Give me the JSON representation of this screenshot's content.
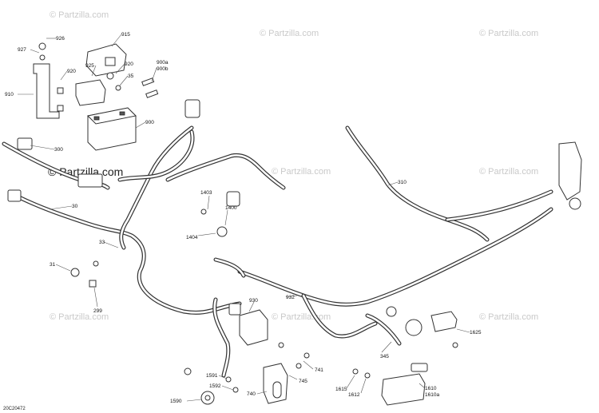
{
  "diagram": {
    "drawing_code": "20C20472",
    "watermark": "© Partzilla.com",
    "labels": {
      "p926": "926",
      "p927": "927",
      "p920a": "920",
      "p910": "910",
      "p915": "915",
      "p925": "925",
      "p920b": "920",
      "p35": "35",
      "p900a": "900a",
      "p900b": "900b",
      "p900": "900",
      "p300": "300",
      "p30": "30",
      "p33": "33",
      "p31": "31",
      "p299": "299",
      "p1403": "1403",
      "p1400": "1400",
      "p1404": "1404",
      "p310": "310",
      "p930": "930",
      "p932": "932",
      "p345": "345",
      "p1625": "1625",
      "p741": "741",
      "p745": "745",
      "p740": "740",
      "p1591": "1591",
      "p1592": "1592",
      "p1590": "1590",
      "p1615": "1615",
      "p1612": "1612",
      "p1610": "1610",
      "p1610a": "1610a"
    }
  }
}
